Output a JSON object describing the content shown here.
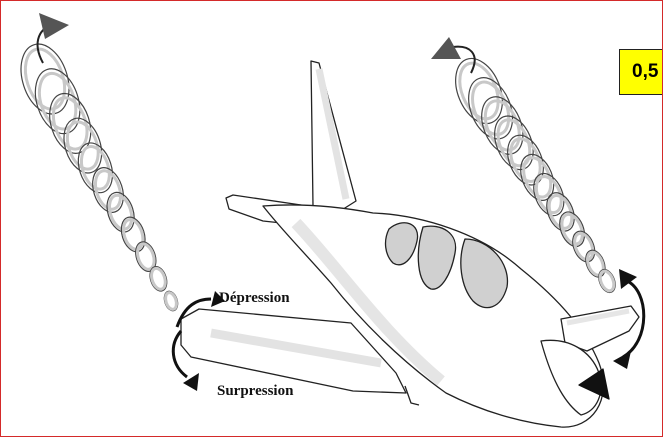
{
  "badge": {
    "text": "0,5"
  },
  "labels": {
    "depression": "Dépression",
    "surpression": "Surpression"
  },
  "colors": {
    "frame_border": "#d42a2a",
    "badge_bg": "#ffff00",
    "vortex_fill": "#c8c8c8",
    "window_fill": "#d0d0d0"
  }
}
